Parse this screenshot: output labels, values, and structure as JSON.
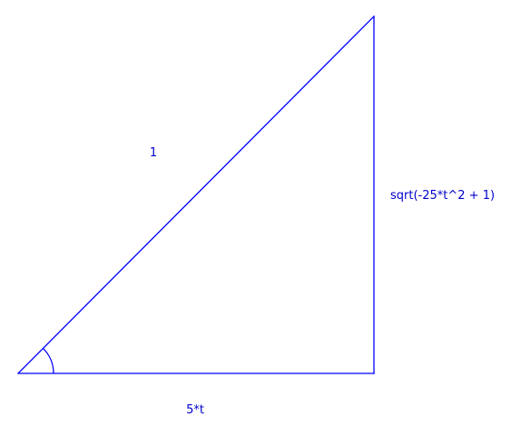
{
  "diagram": {
    "stroke_color": "#0000ff",
    "label_color": "#0000cc",
    "vertices": [
      "bottom-left",
      "bottom-right",
      "top-right"
    ],
    "right_angle_at": "bottom-right",
    "marked_angle_at": "bottom-left",
    "sides": {
      "hypotenuse": "1",
      "adjacent": "5*t",
      "opposite": "sqrt(-25*t^2 + 1)"
    }
  }
}
